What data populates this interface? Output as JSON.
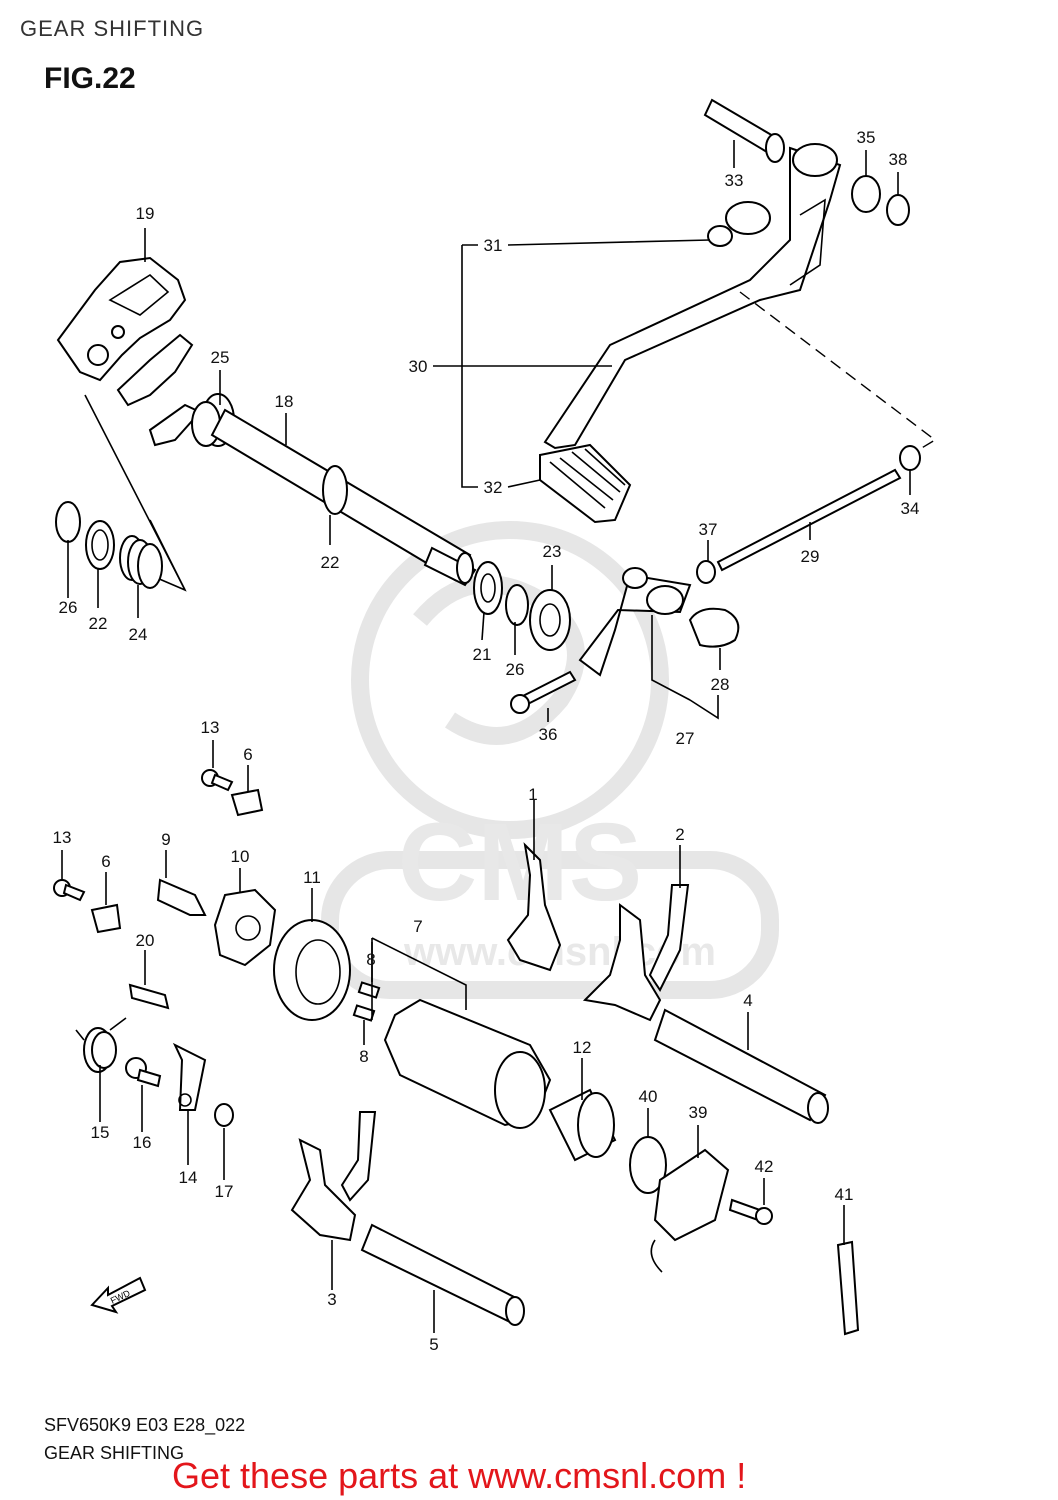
{
  "header": {
    "title": "GEAR SHIFTING",
    "figure": "FIG.22"
  },
  "watermark": {
    "logo_text": "CMS",
    "url_text": "www.cmsnl.com"
  },
  "direction_tag": {
    "text": "FWD"
  },
  "footer": {
    "code": "SFV650K9 E03 E28_022",
    "caption": "GEAR SHIFTING"
  },
  "promo": {
    "text": "Get these parts at www.cmsnl.com !",
    "color": "#e3161b"
  },
  "callouts": [
    "1",
    "2",
    "3",
    "4",
    "5",
    "6",
    "6",
    "8",
    "8",
    "7",
    "9",
    "10",
    "11",
    "12",
    "13",
    "13",
    "14",
    "15",
    "16",
    "17",
    "18",
    "19",
    "20",
    "21",
    "22",
    "22",
    "23",
    "24",
    "25",
    "26",
    "26",
    "27",
    "28",
    "29",
    "30",
    "31",
    "32",
    "33",
    "34",
    "35",
    "36",
    "37",
    "38",
    "39",
    "40",
    "41",
    "42"
  ]
}
